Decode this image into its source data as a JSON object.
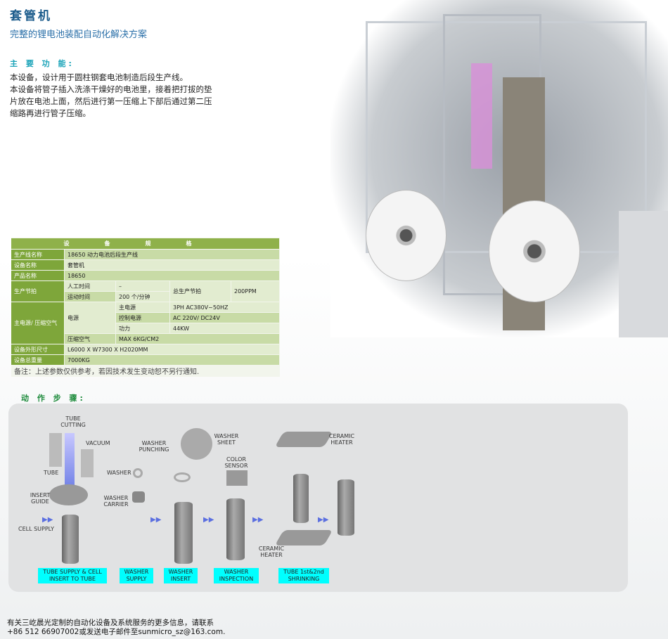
{
  "header": {
    "title": "套管机",
    "subtitle": "完整的锂电池装配自动化解决方案"
  },
  "functions": {
    "heading": "主 要 功 能:",
    "paragraphs": [
      "本设备，设计用于圆柱钢套电池制造后段生产线。",
      "本设备将管子插入洗涤干燥好的电池里，接着把打拔的垫片放在电池上面，然后进行第一压缩上下部后通过第二压缩路再进行管子压缩。"
    ]
  },
  "spec": {
    "heading": "设备规格",
    "line_name_label": "生产线名称",
    "line_name": "18650 动力电池后段生产线",
    "device_name_label": "设备名称",
    "device_name": "套管机",
    "product_label": "产品名称",
    "product": "18650",
    "cycle_label": "生产节拍",
    "manual_label": "人工时间",
    "manual": "–",
    "motion_label": "运动时间",
    "motion": "200 个/分钟",
    "total_label": "总生产节拍",
    "total": "200PPM",
    "power_air_label": "主电源/ 压缩空气",
    "power_label": "电源",
    "main_power_label": "主电源",
    "main_power": "3PH AC380V~50HZ",
    "control_label": "控制电源",
    "control": "AC 220V/ DC24V",
    "wattage_label": "功力",
    "wattage": "44KW",
    "air_label": "压缩空气",
    "air": "MAX 6KG/CM2",
    "size_label": "设备外形尺寸",
    "size": "L6000 X W7300 X H2020MM",
    "weight_label": "设备总重量",
    "weight": "7000KG",
    "note": "备注：上述参数仅供参考，若因技术发生变动恕不另行通知."
  },
  "process": {
    "heading": "动 作 步 骤:",
    "labels": {
      "tube_cutting": "TUBE CUTTING",
      "vacuum": "VACUUM",
      "tube": "TUBE",
      "insert_guide": "INSERT GUIDE",
      "cell_supply": "CELL SUPPLY",
      "washer_punching": "WASHER PUNCHING",
      "washer": "WASHER",
      "washer_carrier": "WASHER CARRIER",
      "washer_sheet": "WASHER SHEET",
      "color_sensor": "COLOR SENSOR",
      "ceramic_heater_top": "CERAMIC HEATER",
      "ceramic_heater_bottom": "CERAMIC HEATER"
    },
    "stages": [
      "TUBE SUPPLY & CELL INSERT TO TUBE",
      "WASHER SUPPLY",
      "WASHER INSERT",
      "WASHER INSPECTION",
      "TUBE 1st&2nd SHRINKING"
    ]
  },
  "footer": {
    "line1": "有关三屹晨光定制的自动化设备及系统服务的更多信息，请联系",
    "line2": "+86 512 66907002或发送电子邮件至sunmicro_sz@163.com."
  }
}
